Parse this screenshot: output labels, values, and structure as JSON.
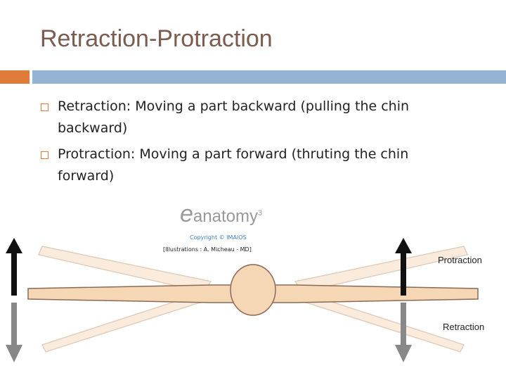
{
  "title": "Retraction-Protraction",
  "bullets": [
    {
      "text": "Retraction: Moving a part backward (pulling the chin backward)"
    },
    {
      "text": "Protraction: Moving a part forward (thruting the chin forward)"
    }
  ],
  "figure": {
    "logo": "anatomy",
    "logo_sup": "3",
    "copyright": "Copyright © IMAIOS",
    "credit": "[Illustrations : A. Micheau - MD]",
    "label_top": "Protraction",
    "label_bottom": "Retraction"
  },
  "colors": {
    "title": "#7a5c50",
    "accent_orange": "#e07b39",
    "accent_blue": "#93b4d2"
  }
}
